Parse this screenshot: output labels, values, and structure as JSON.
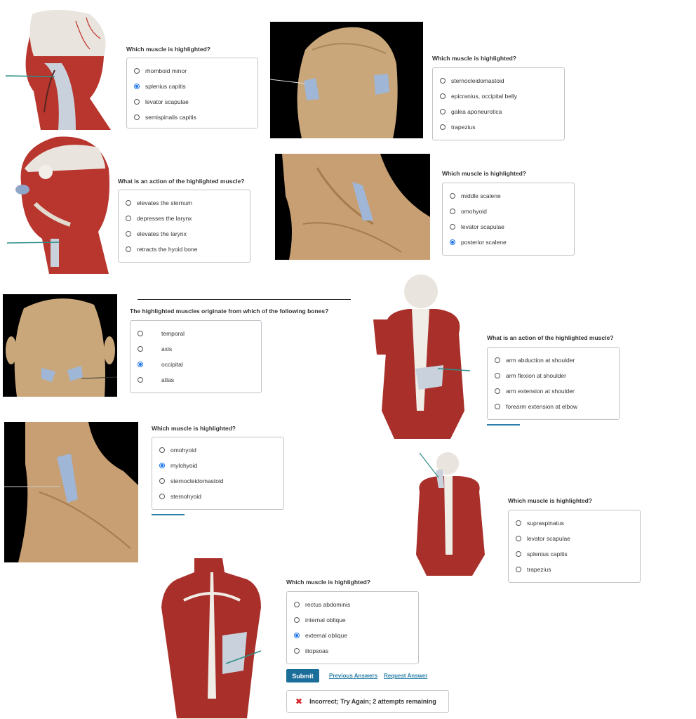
{
  "questions": [
    {
      "prompt": "Which muscle is highlighted?",
      "options": [
        "rhomboid minor",
        "splenius capitis",
        "levator scapulae",
        "semispinalis capitis"
      ],
      "selected": 1
    },
    {
      "prompt": "Which muscle is highlighted?",
      "options": [
        "sternocleidomastoid",
        "epicranius, occipital belly",
        "galea aponeurotica",
        "trapezius"
      ],
      "selected": -1
    },
    {
      "prompt": "What is an action of the highlighted muscle?",
      "options": [
        "elevates the sternum",
        "depresses the larynx",
        "elevates the larynx",
        "retracts the hyoid bone"
      ],
      "selected": -1
    },
    {
      "prompt": "Which muscle is highlighted?",
      "options": [
        "middle scalene",
        "omohyoid",
        "levator scapulae",
        "posterior scalene"
      ],
      "selected": 3
    },
    {
      "prompt": "The highlighted muscles originate from which of the following bones?",
      "options": [
        "temporal",
        "axis",
        "occipital",
        "atlas"
      ],
      "selected": 2
    },
    {
      "prompt": "What is an action of the highlighted muscle?",
      "options": [
        "arm abduction at shoulder",
        "arm flexion at shoulder",
        "arm extension at shoulder",
        "forearm extension at elbow"
      ],
      "selected": -1
    },
    {
      "prompt": "Which muscle is highlighted?",
      "options": [
        "omohyoid",
        "mylohyoid",
        "sternocleidomastoid",
        "sternohyoid"
      ],
      "selected": 1
    },
    {
      "prompt": "Which muscle is highlighted?",
      "options": [
        "supraspinatus",
        "levator scapulae",
        "splenius capitis",
        "trapezius"
      ],
      "selected": -1
    },
    {
      "prompt": "Which muscle is highlighted?",
      "options": [
        "rectus abdominis",
        "internal oblique",
        "external oblique",
        "iliopsoas"
      ],
      "selected": 2
    }
  ],
  "actions": {
    "submit_label": "Submit",
    "previous_answers_label": "Previous Answers",
    "request_answer_label": "Request Answer"
  },
  "feedback": {
    "message": "Incorrect; Try Again; 2 attempts remaining",
    "status_color": "#d4262b"
  },
  "colors": {
    "accent": "#1c6e9a",
    "selected_radio": "#1a73e8",
    "muscle": "#a9302a",
    "highlight": "#a8c0e0"
  }
}
